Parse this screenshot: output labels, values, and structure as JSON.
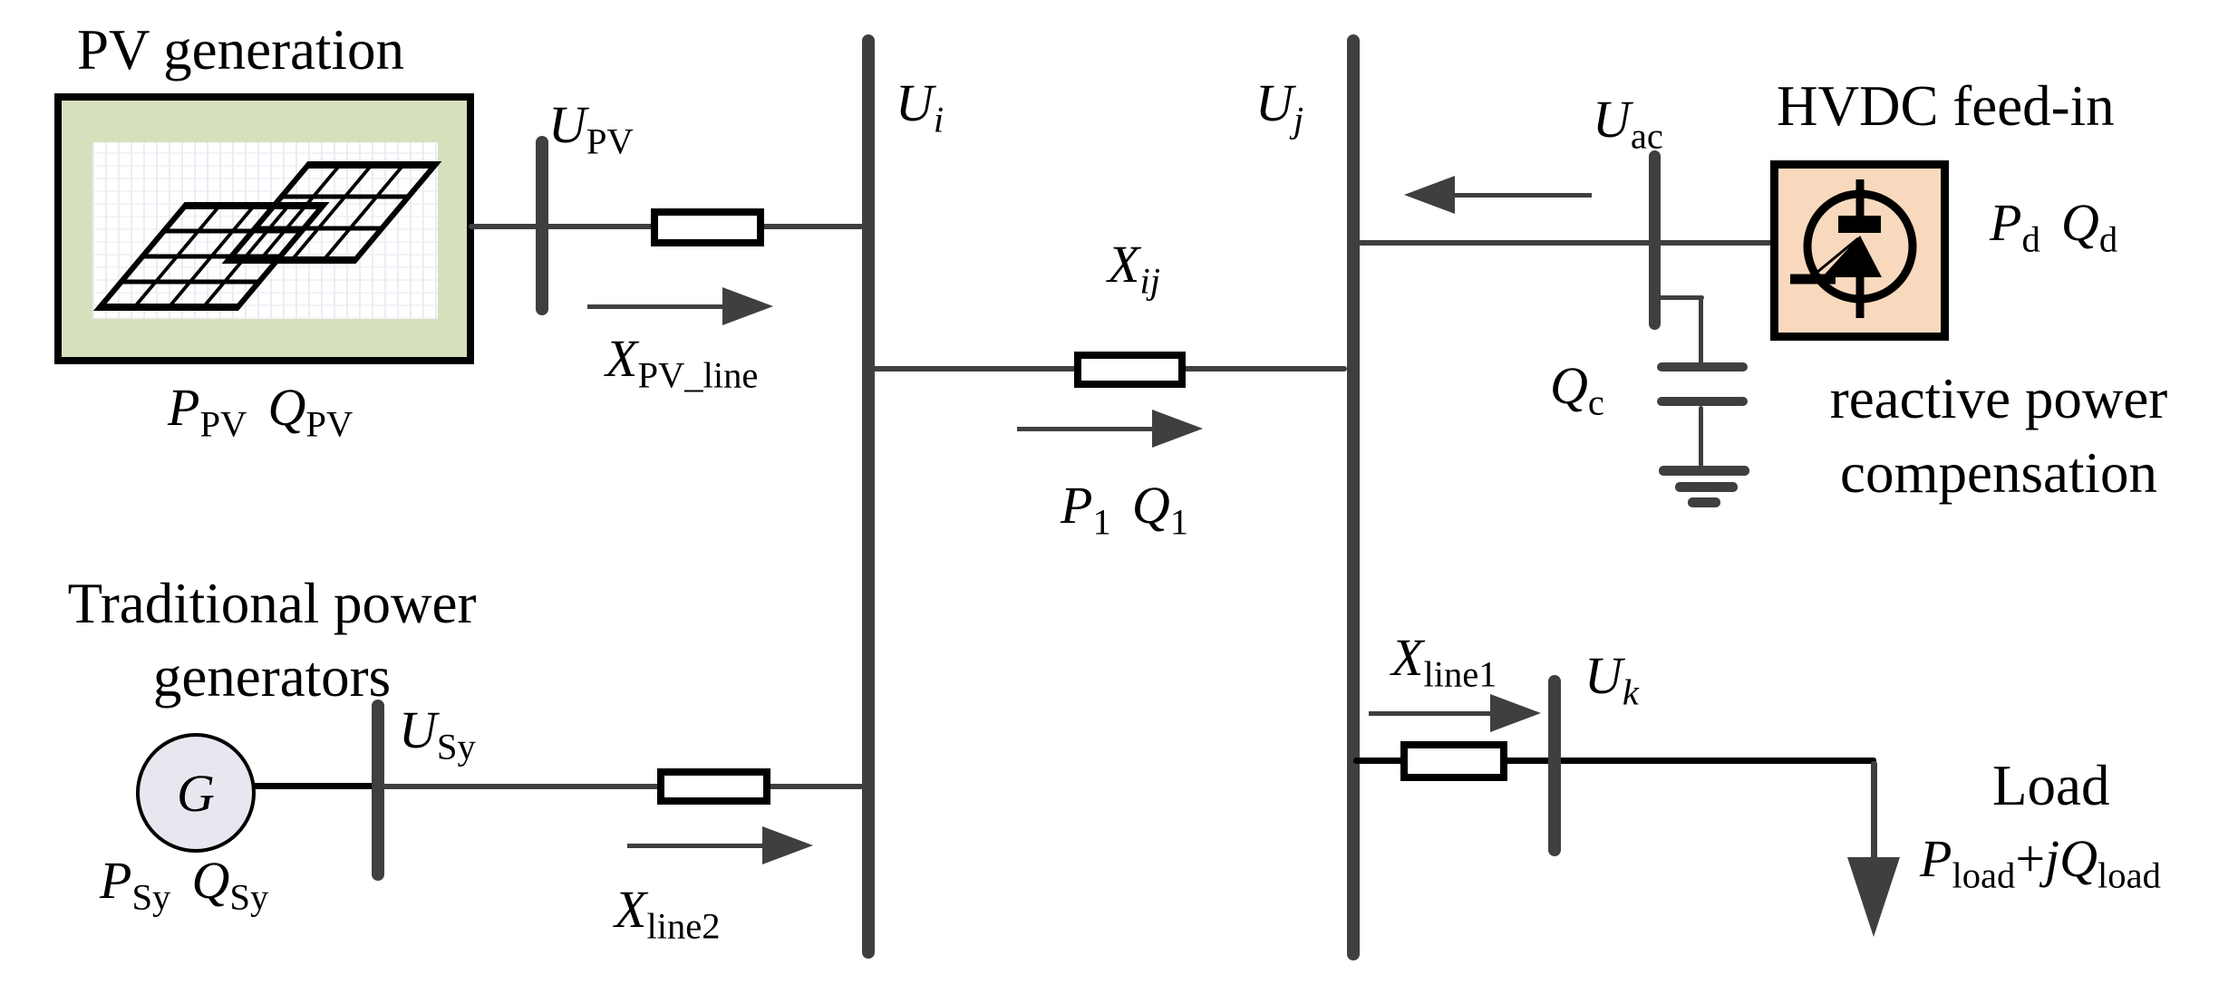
{
  "colors": {
    "wire": "#3f3f3f",
    "black": "#000000",
    "pv_box_fill": "#d6e0bc",
    "hvdc_box_fill": "#f9d9bd",
    "generator_fill": "#e8e6ef",
    "background": "#ffffff"
  },
  "pv": {
    "title": "PV generation",
    "p": "P",
    "p_sub": "PV",
    "q": "Q",
    "q_sub": "PV",
    "bus": {
      "u": "U",
      "sub": "PV"
    },
    "line_label": {
      "x": "X",
      "sub": "PV_line"
    }
  },
  "grid": {
    "bus_i": {
      "u": "U",
      "sub": "i"
    },
    "bus_j": {
      "u": "U",
      "sub": "j"
    },
    "line_ij": {
      "x": "X",
      "sub": "ij"
    },
    "flow": {
      "p": "P",
      "p_sub": "1",
      "q": "Q",
      "q_sub": "1"
    }
  },
  "hvdc": {
    "title": "HVDC feed-in",
    "p": "P",
    "p_sub": "d",
    "q": "Q",
    "q_sub": "d",
    "bus": {
      "u": "U",
      "sub": "ac"
    }
  },
  "compensation": {
    "q": "Q",
    "q_sub": "c",
    "caption_line1": "reactive power",
    "caption_line2": "compensation"
  },
  "generator": {
    "title_line1": "Traditional power",
    "title_line2": "generators",
    "symbol": "G",
    "p": "P",
    "p_sub": "Sy",
    "q": "Q",
    "q_sub": "Sy",
    "bus": {
      "u": "U",
      "sub": "Sy"
    },
    "line_label": {
      "x": "X",
      "sub": "line2"
    }
  },
  "load": {
    "title": "Load",
    "bus": {
      "u": "U",
      "sub": "k"
    },
    "line_label": {
      "x": "X",
      "sub": "line1"
    },
    "formula": {
      "p": "P",
      "p_sub": "load",
      "plus": "+",
      "jq": "jQ",
      "q_sub": "load"
    }
  }
}
